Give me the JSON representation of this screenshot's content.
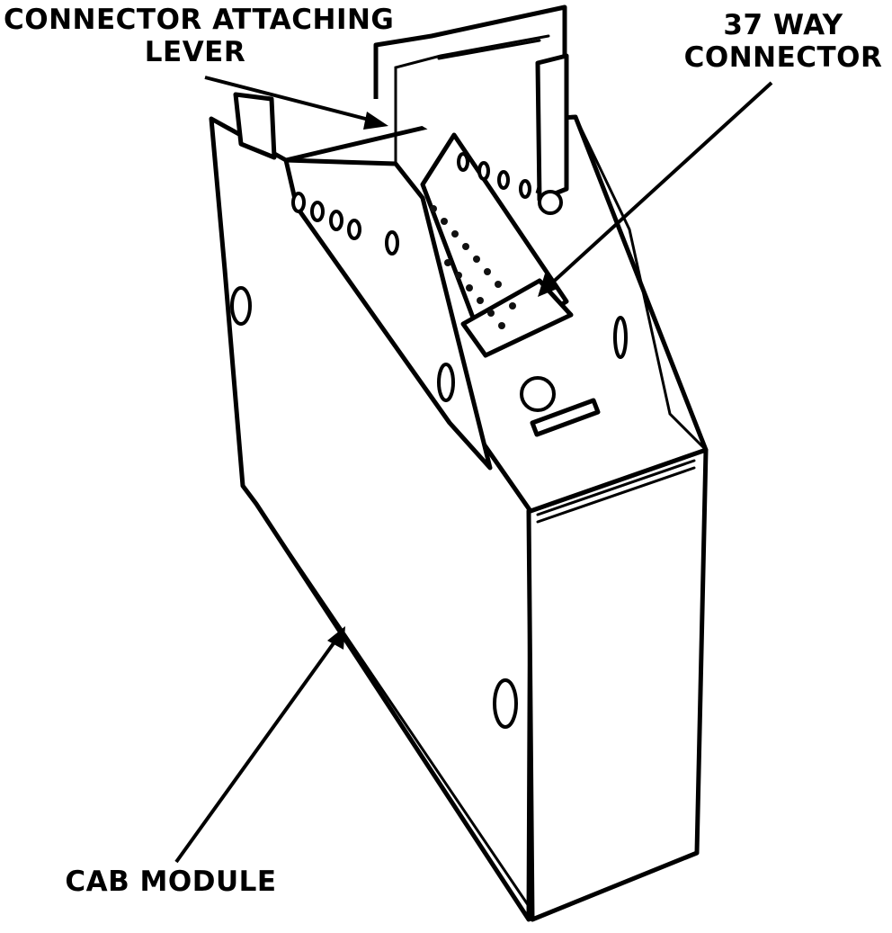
{
  "labels": {
    "lever_line1": "CONNECTOR ATTACHING",
    "lever_line2": "LEVER",
    "connector_line1": "37 WAY",
    "connector_line2": "CONNECTOR",
    "module": "CAB MODULE"
  }
}
